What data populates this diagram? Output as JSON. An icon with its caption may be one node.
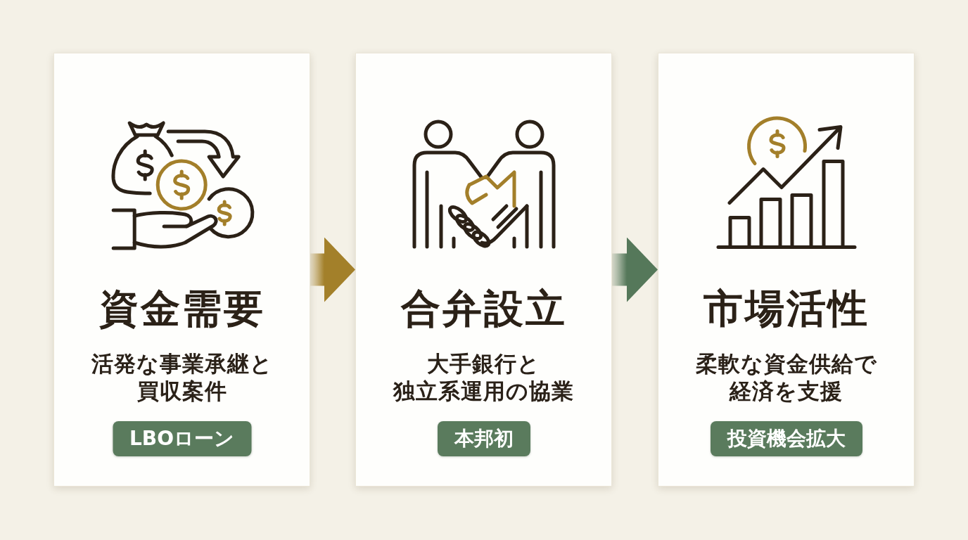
{
  "diagram": {
    "nodes": [
      {
        "text": [
          "資金需要",
          "活発な事業承継と買収案件"
        ]
      },
      {
        "text": [
          "LBOローン"
        ],
        "in": 0
      },
      {
        "text": [
          "合弁設立",
          "大手銀行と独立系運用の協業"
        ]
      },
      {
        "text": [
          "本邦初"
        ],
        "in": 2
      },
      {
        "text": [
          "市場活性",
          "柔軟な資金供給で経済を支援"
        ]
      },
      {
        "text": [
          "投資機会拡大"
        ],
        "in": 4
      }
    ],
    "edges": [
      {
        "from": 0,
        "to": 2,
        "arrow": "to",
        "color": "#a3802a"
      },
      {
        "from": 2,
        "to": 4,
        "arrow": "to",
        "color": "#55785a"
      }
    ]
  }
}
